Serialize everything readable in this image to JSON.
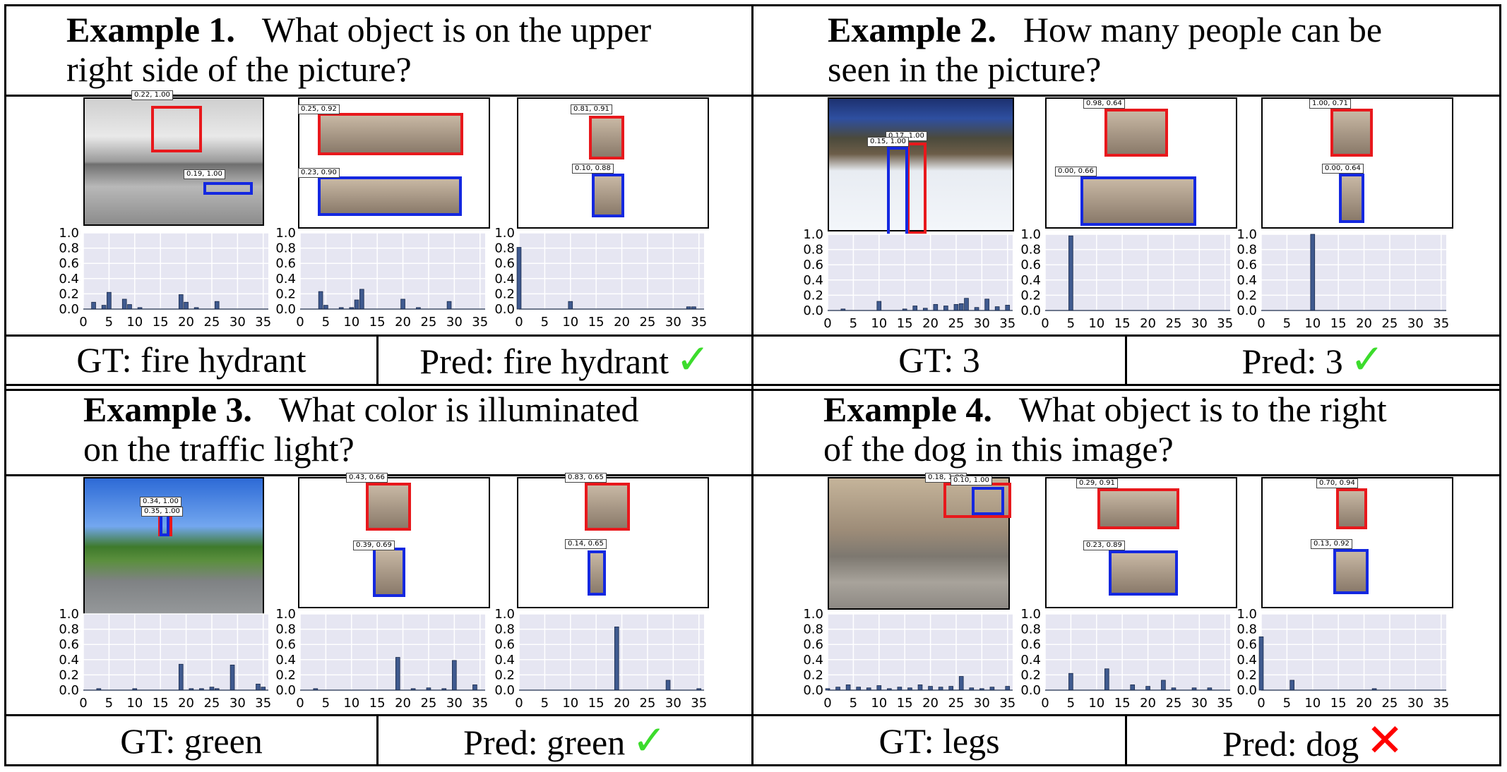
{
  "examples": [
    {
      "label": "Example 1.",
      "question_l1": "What object is on the upper",
      "question_l2": "right side of the picture?",
      "gt": "GT: fire hydrant",
      "pred": "Pred: fire hydrant",
      "mark": "✓",
      "panels": [
        {
          "boxes": [
            {
              "label": "0.22, 1.00",
              "color": "red"
            },
            {
              "label": "0.19, 1.00",
              "color": "blue"
            }
          ]
        },
        {
          "boxes": [
            {
              "label": "0.25, 0.92",
              "color": "red"
            },
            {
              "label": "0.23, 0.90",
              "color": "blue"
            }
          ]
        },
        {
          "boxes": [
            {
              "label": "0.81, 0.91",
              "color": "red"
            },
            {
              "label": "0.10, 0.88",
              "color": "blue"
            }
          ]
        }
      ]
    },
    {
      "label": "Example 2.",
      "question_l1": "How many people can be",
      "question_l2": "seen in the picture?",
      "gt": "GT: 3",
      "pred": "Pred: 3",
      "mark": "✓",
      "panels": [
        {
          "boxes": [
            {
              "label": "0.17, 1.00",
              "color": "red"
            },
            {
              "label": "0.15, 1.00",
              "color": "blue"
            }
          ]
        },
        {
          "boxes": [
            {
              "label": "0.98, 0.64",
              "color": "red"
            },
            {
              "label": "0.00, 0.66",
              "color": "blue"
            }
          ]
        },
        {
          "boxes": [
            {
              "label": "1.00, 0.71",
              "color": "red"
            },
            {
              "label": "0.00, 0.64",
              "color": "blue"
            }
          ]
        }
      ]
    },
    {
      "label": "Example 3.",
      "question_l1": "What color is illuminated",
      "question_l2": "on the traffic light?",
      "gt": "GT: green",
      "pred": "Pred: green",
      "mark": "✓",
      "panels": [
        {
          "boxes": [
            {
              "label": "0.34, 1.00",
              "color": "red"
            },
            {
              "label": "0.35, 1.00",
              "color": "blue"
            }
          ]
        },
        {
          "boxes": [
            {
              "label": "0.43, 0.66",
              "color": "red"
            },
            {
              "label": "0.39, 0.69",
              "color": "blue"
            }
          ]
        },
        {
          "boxes": [
            {
              "label": "0.83, 0.65",
              "color": "red"
            },
            {
              "label": "0.14, 0.65",
              "color": "blue"
            }
          ]
        }
      ]
    },
    {
      "label": "Example 4.",
      "question_l1": "What object is to the right",
      "question_l2": "of the dog in this image?",
      "gt": "GT: legs",
      "pred": "Pred: dog",
      "mark": "✕",
      "panels": [
        {
          "boxes": [
            {
              "label": "0.18, 1.00",
              "color": "red"
            },
            {
              "label": "0.10, 1.00",
              "color": "blue"
            }
          ]
        },
        {
          "boxes": [
            {
              "label": "0.29, 0.91",
              "color": "red"
            },
            {
              "label": "0.23, 0.89",
              "color": "blue"
            }
          ]
        },
        {
          "boxes": [
            {
              "label": "0.70, 0.94",
              "color": "red"
            },
            {
              "label": "0.13, 0.92",
              "color": "blue"
            }
          ]
        }
      ]
    }
  ],
  "chart_data": {
    "type": "bar",
    "x_ticks": [
      0,
      5,
      10,
      15,
      20,
      25,
      30,
      35
    ],
    "y_ticks": [
      "0.0",
      "0.2",
      "0.4",
      "0.6",
      "0.8",
      "1.0"
    ],
    "ylim": [
      0,
      1
    ],
    "xlim": [
      0,
      36
    ],
    "bar_color": "#3f5a8f",
    "grid": true,
    "charts": [
      {
        "example": 1,
        "panel": 1,
        "bars": [
          [
            2,
            0.09
          ],
          [
            4,
            0.05
          ],
          [
            5,
            0.22
          ],
          [
            8,
            0.13
          ],
          [
            9,
            0.06
          ],
          [
            11,
            0.02
          ],
          [
            19,
            0.19
          ],
          [
            20,
            0.09
          ],
          [
            22,
            0.02
          ],
          [
            26,
            0.1
          ]
        ]
      },
      {
        "example": 1,
        "panel": 2,
        "bars": [
          [
            4,
            0.23
          ],
          [
            5,
            0.05
          ],
          [
            8,
            0.02
          ],
          [
            10,
            0.02
          ],
          [
            11,
            0.12
          ],
          [
            12,
            0.26
          ],
          [
            20,
            0.13
          ],
          [
            23,
            0.02
          ],
          [
            29,
            0.1
          ]
        ]
      },
      {
        "example": 1,
        "panel": 3,
        "bars": [
          [
            0,
            0.81
          ],
          [
            10,
            0.1
          ],
          [
            33,
            0.03
          ],
          [
            34,
            0.03
          ]
        ]
      },
      {
        "example": 2,
        "panel": 1,
        "bars": [
          [
            3,
            0.02
          ],
          [
            10,
            0.12
          ],
          [
            15,
            0.02
          ],
          [
            17,
            0.06
          ],
          [
            19,
            0.03
          ],
          [
            21,
            0.08
          ],
          [
            23,
            0.06
          ],
          [
            25,
            0.08
          ],
          [
            26,
            0.09
          ],
          [
            27,
            0.16
          ],
          [
            29,
            0.04
          ],
          [
            31,
            0.15
          ],
          [
            33,
            0.05
          ],
          [
            35,
            0.07
          ]
        ]
      },
      {
        "example": 2,
        "panel": 2,
        "bars": [
          [
            5,
            0.98
          ]
        ]
      },
      {
        "example": 2,
        "panel": 3,
        "bars": [
          [
            10,
            1.0
          ]
        ]
      },
      {
        "example": 3,
        "panel": 1,
        "bars": [
          [
            3,
            0.02
          ],
          [
            10,
            0.02
          ],
          [
            19,
            0.34
          ],
          [
            21,
            0.02
          ],
          [
            23,
            0.02
          ],
          [
            25,
            0.04
          ],
          [
            26,
            0.02
          ],
          [
            29,
            0.33
          ],
          [
            34,
            0.08
          ],
          [
            35,
            0.04
          ]
        ]
      },
      {
        "example": 3,
        "panel": 2,
        "bars": [
          [
            3,
            0.02
          ],
          [
            19,
            0.43
          ],
          [
            22,
            0.02
          ],
          [
            25,
            0.03
          ],
          [
            28,
            0.02
          ],
          [
            30,
            0.39
          ],
          [
            34,
            0.07
          ]
        ]
      },
      {
        "example": 3,
        "panel": 3,
        "bars": [
          [
            19,
            0.83
          ],
          [
            29,
            0.13
          ],
          [
            35,
            0.02
          ]
        ]
      },
      {
        "example": 4,
        "panel": 1,
        "bars": [
          [
            0,
            0.02
          ],
          [
            2,
            0.04
          ],
          [
            4,
            0.07
          ],
          [
            6,
            0.04
          ],
          [
            8,
            0.03
          ],
          [
            10,
            0.06
          ],
          [
            12,
            0.02
          ],
          [
            14,
            0.04
          ],
          [
            16,
            0.03
          ],
          [
            18,
            0.07
          ],
          [
            20,
            0.05
          ],
          [
            22,
            0.04
          ],
          [
            24,
            0.05
          ],
          [
            26,
            0.18
          ],
          [
            28,
            0.03
          ],
          [
            30,
            0.02
          ],
          [
            32,
            0.04
          ],
          [
            35,
            0.05
          ]
        ]
      },
      {
        "example": 4,
        "panel": 2,
        "bars": [
          [
            5,
            0.22
          ],
          [
            12,
            0.28
          ],
          [
            17,
            0.07
          ],
          [
            20,
            0.05
          ],
          [
            23,
            0.13
          ],
          [
            25,
            0.03
          ],
          [
            29,
            0.03
          ],
          [
            32,
            0.03
          ]
        ]
      },
      {
        "example": 4,
        "panel": 3,
        "bars": [
          [
            0,
            0.7
          ],
          [
            6,
            0.13
          ],
          [
            22,
            0.02
          ]
        ]
      }
    ]
  }
}
